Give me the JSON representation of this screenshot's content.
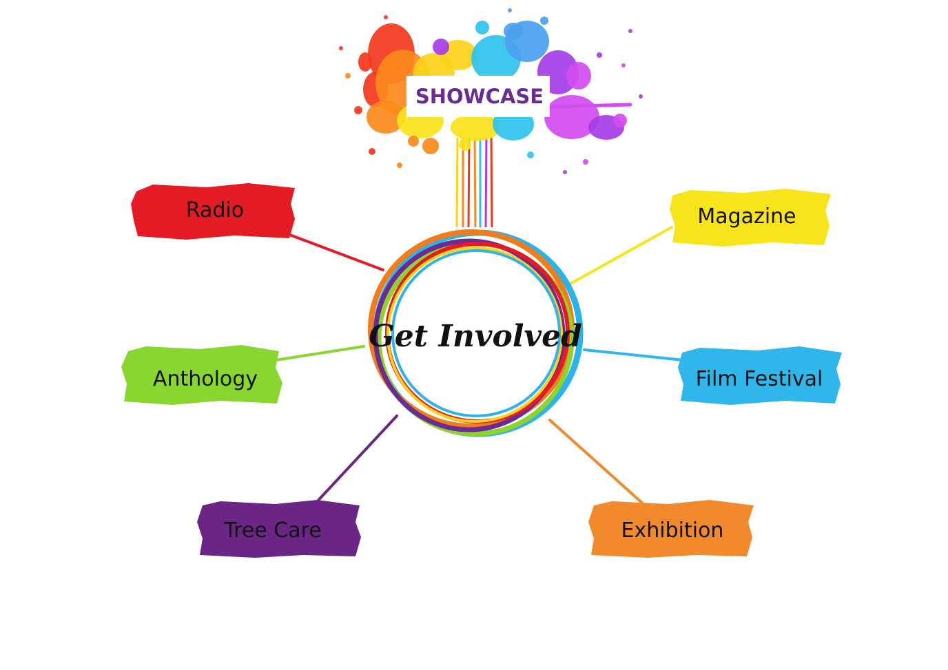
{
  "header": {
    "label": "SHOWCASE",
    "text_color": "#6a2c91",
    "splash_colors": [
      "#f2381d",
      "#fb8a1a",
      "#fcd21a",
      "#2ec3ee",
      "#4aa0f0",
      "#a53de8",
      "#d34cf0",
      "#fbe21a"
    ]
  },
  "center": {
    "label": "Get Involved",
    "ring_colors": [
      "#2cb3ec",
      "#f07d1c",
      "#6a2c91",
      "#8fd22c",
      "#e41b24",
      "#fcd21a"
    ]
  },
  "nodes": [
    {
      "id": "radio",
      "label": "Radio",
      "color": "#e41b24",
      "text_color": "#111111"
    },
    {
      "id": "anthology",
      "label": "Anthology",
      "color": "#89d630",
      "text_color": "#111111"
    },
    {
      "id": "tree-care",
      "label": "Tree Care",
      "color": "#6a2585",
      "text_color": "#ffffff"
    },
    {
      "id": "magazine",
      "label": "Magazine",
      "color": "#f7e41b",
      "text_color": "#111111"
    },
    {
      "id": "film-festival",
      "label": "Film Festival",
      "color": "#2fb7ec",
      "text_color": "#111111"
    },
    {
      "id": "exhibition",
      "label": "Exhibition",
      "color": "#f08a2c",
      "text_color": "#111111"
    }
  ]
}
